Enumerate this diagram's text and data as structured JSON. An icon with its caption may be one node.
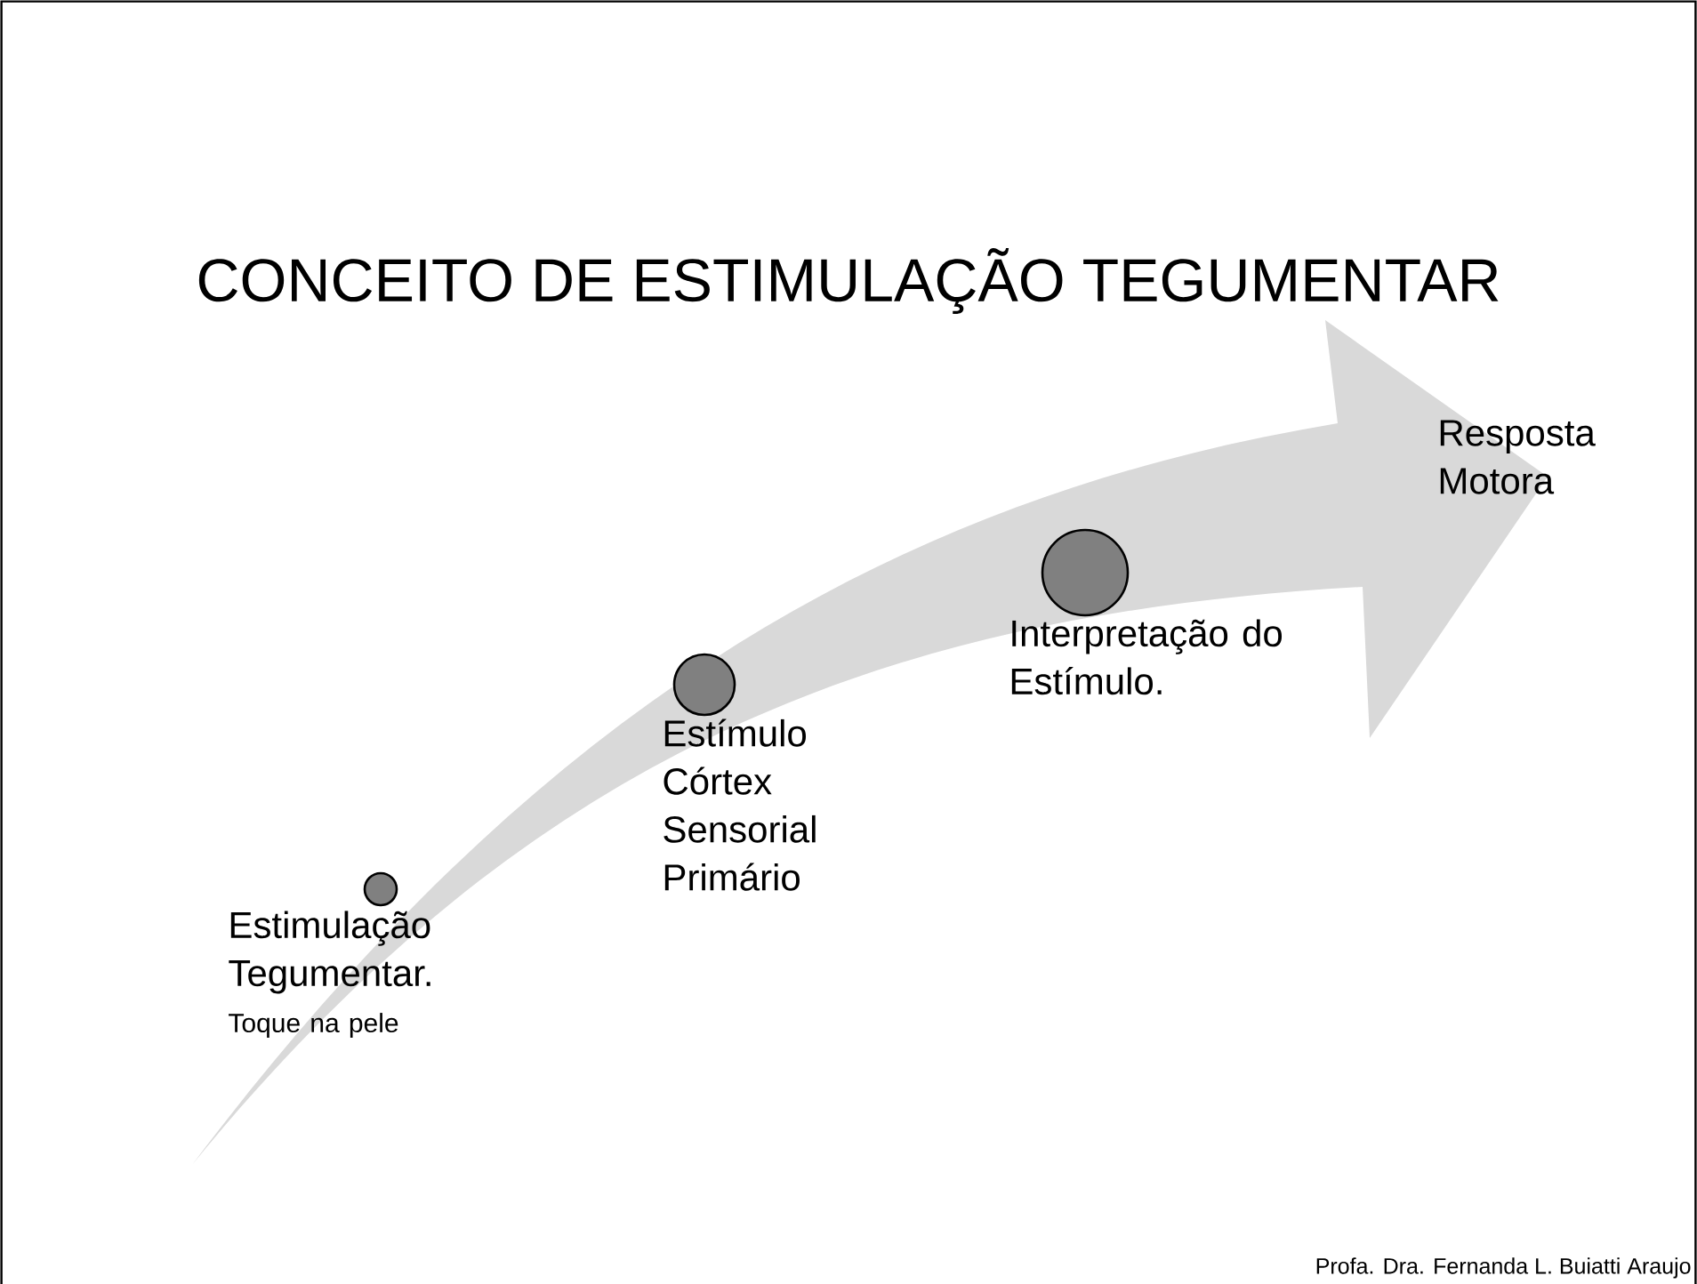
{
  "diagram": {
    "title": "CONCEITO DE ESTIMULAÇÃO TEGUMENTAR",
    "nodes": [
      {
        "text": [],
        "shape": "circle"
      },
      {
        "text": [
          "Estimulação Tegumentar.",
          "Toque na pele"
        ]
      },
      {
        "text": [],
        "shape": "circle"
      },
      {
        "text": [
          "Estímulo Córtex Sensorial Primário"
        ]
      },
      {
        "text": [],
        "shape": "circle"
      },
      {
        "text": [
          "Interpretação do Estímulo."
        ]
      },
      {
        "text": [
          "Resposta Motora"
        ]
      }
    ],
    "labels": [
      "Profa. Dra. Fernanda L. Buiatti Araujo"
    ]
  }
}
